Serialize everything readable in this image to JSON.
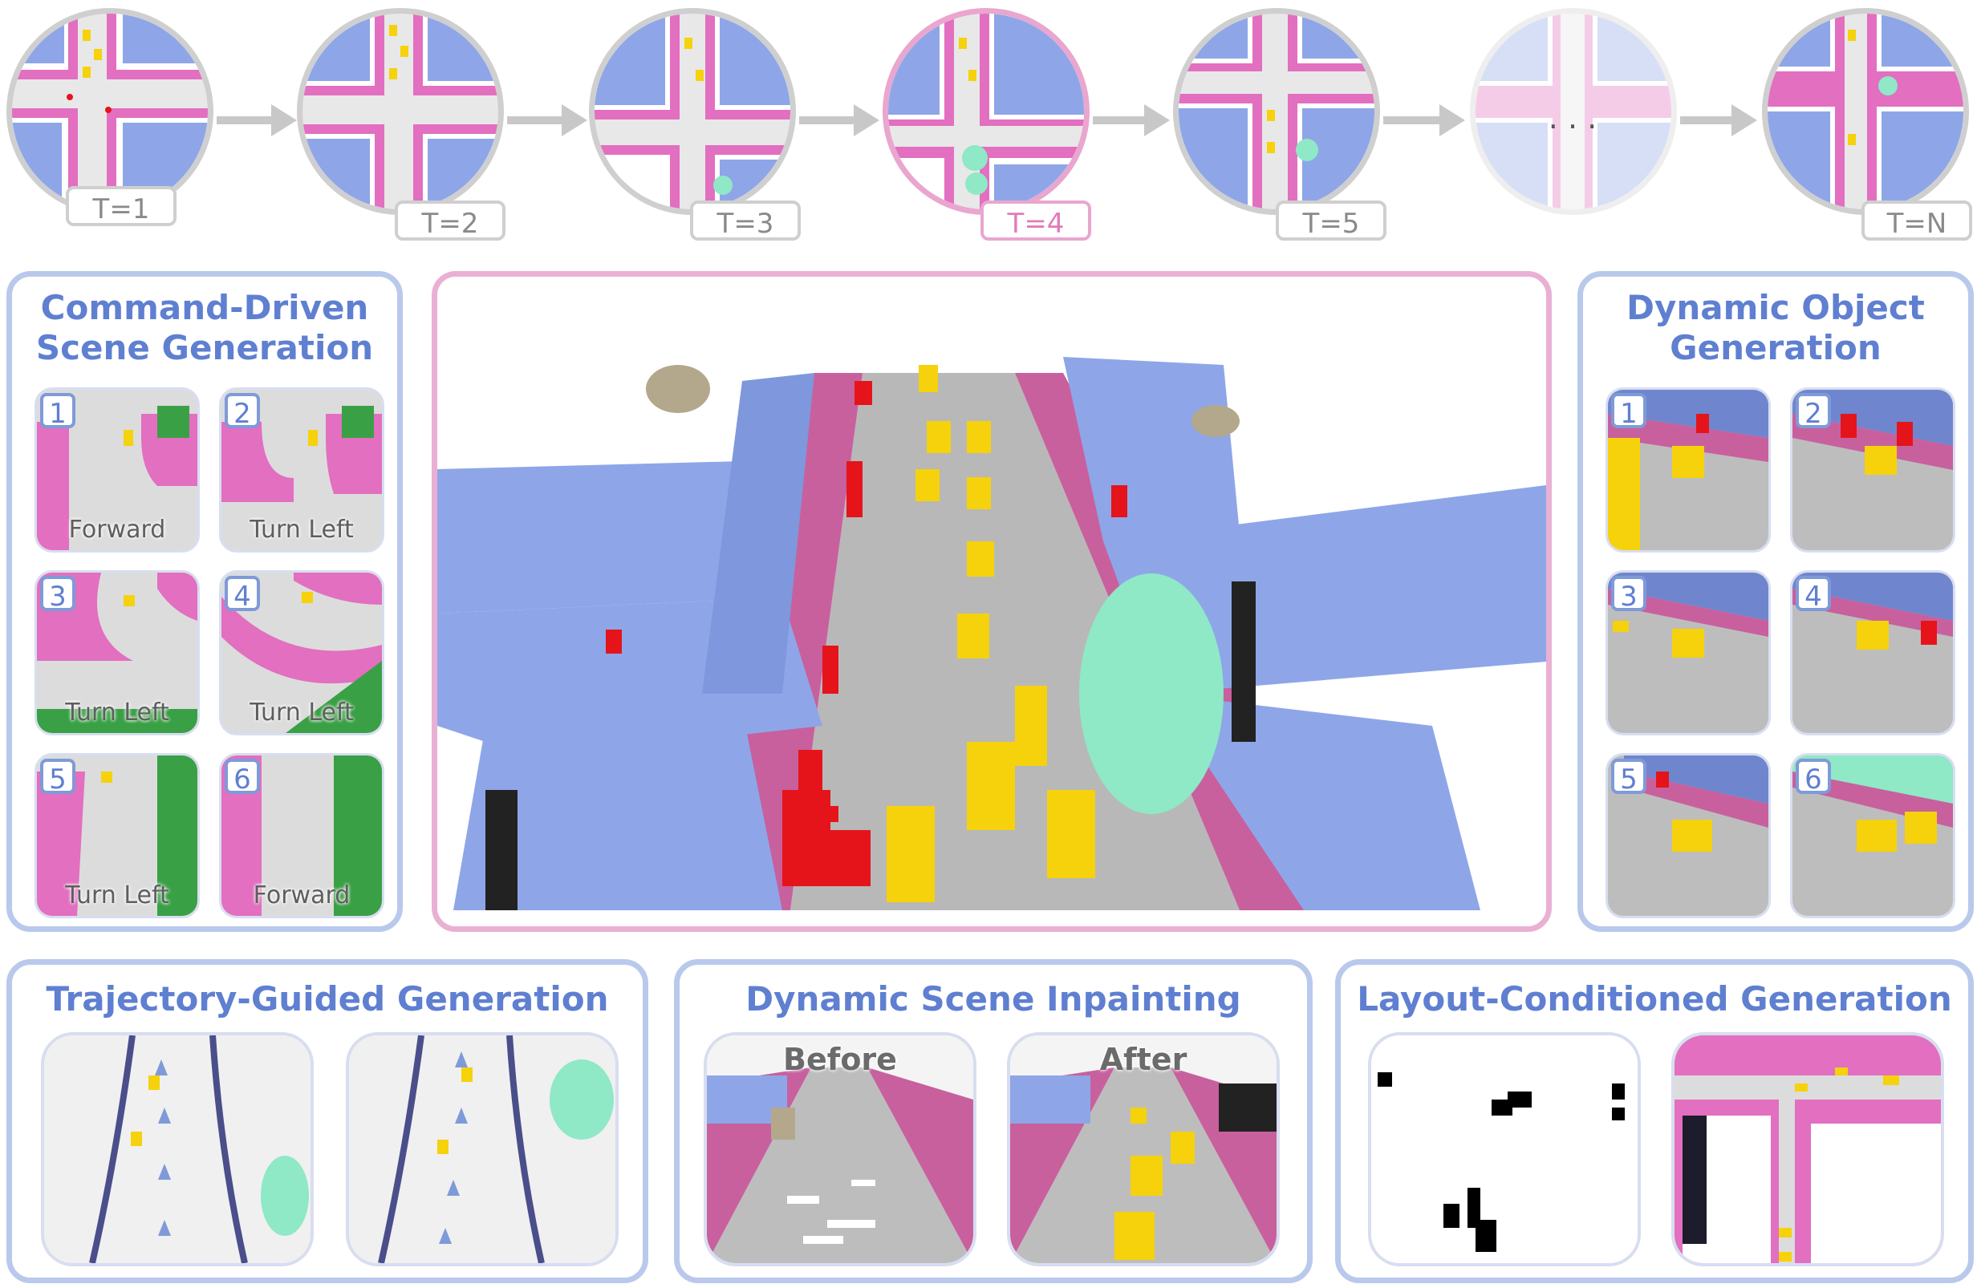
{
  "timeline": {
    "labels": [
      "T=1",
      "T=2",
      "T=3",
      "T=4",
      "T=5",
      "T=N"
    ],
    "ellipsis": "· · ·"
  },
  "panels": {
    "command": {
      "title_line1": "Command-Driven",
      "title_line2": "Scene Generation",
      "items": [
        {
          "num": "1",
          "label": "Forward"
        },
        {
          "num": "2",
          "label": "Turn Left"
        },
        {
          "num": "3",
          "label": "Turn Left"
        },
        {
          "num": "4",
          "label": "Turn Left"
        },
        {
          "num": "5",
          "label": "Turn Left"
        },
        {
          "num": "6",
          "label": "Forward"
        }
      ]
    },
    "dynamic_object": {
      "title_line1": "Dynamic Object",
      "title_line2": "Generation",
      "items": [
        "1",
        "2",
        "3",
        "4",
        "5",
        "6"
      ]
    },
    "trajectory": {
      "title": "Trajectory-Guided Generation"
    },
    "inpainting": {
      "title": "Dynamic Scene Inpainting",
      "before": "Before",
      "after": "After"
    },
    "layout": {
      "title": "Layout-Conditioned Generation"
    }
  },
  "colors": {
    "building": "#8ea6e8",
    "sidewalk": "#e26fc0",
    "road": "#bdbdbd",
    "car": "#f5d20c",
    "pedestrian": "#e5141b",
    "vegetation": "#8fe8c6",
    "terrain": "#3aa045",
    "panel_border_blue": "#b9c9ec",
    "panel_border_pink": "#eab0d3",
    "title_blue": "#5f7fd1"
  }
}
